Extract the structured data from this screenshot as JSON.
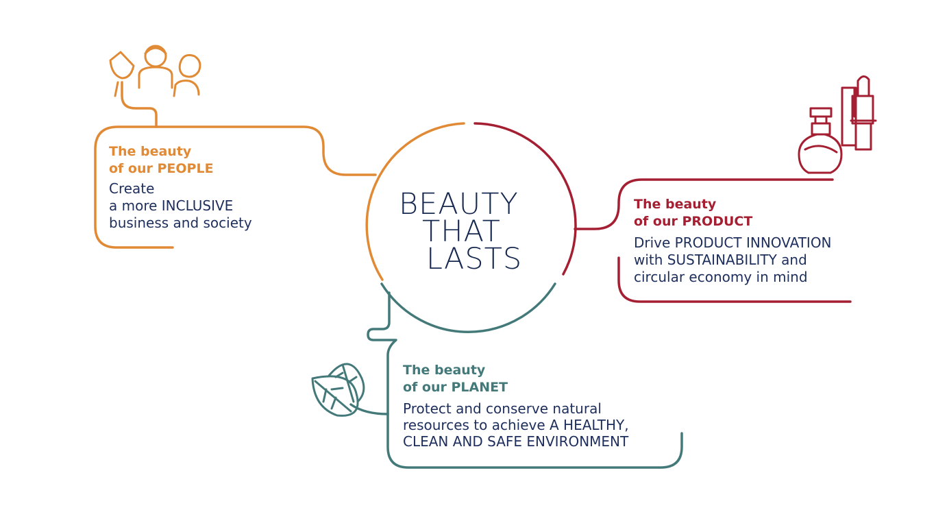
{
  "colors": {
    "people": "#e08a36",
    "product": "#a51f33",
    "planet": "#44797a",
    "navy": "#16284f"
  },
  "center": {
    "line1": "BEAUTY",
    "line2": "THAT",
    "line3": "LASTS"
  },
  "people": {
    "heading1": "The beauty",
    "heading2": "of our PEOPLE",
    "body1": "Create",
    "body2": "a more INCLUSIVE",
    "body3": "business and society",
    "icon": "people-group-icon"
  },
  "product": {
    "heading1": "The beauty",
    "heading2": "of our PRODUCT",
    "body1": "Drive PRODUCT INNOVATION",
    "body2": "with SUSTAINABILITY and",
    "body3": "circular economy in mind",
    "icon": "perfume-lipstick-icon"
  },
  "planet": {
    "heading1": "The beauty",
    "heading2": "of our PLANET",
    "body1": "Protect and conserve natural",
    "body2": "resources to achieve A HEALTHY,",
    "body3": "CLEAN AND SAFE ENVIRONMENT",
    "icon": "leaves-icon"
  }
}
